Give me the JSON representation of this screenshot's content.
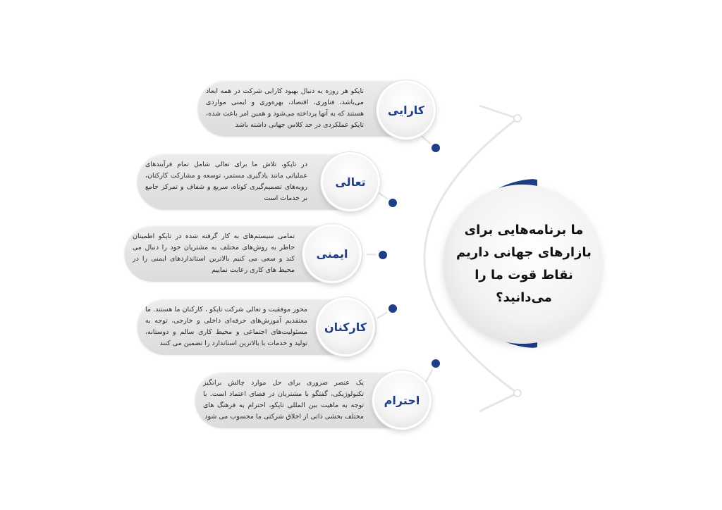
{
  "hub": {
    "title": "ما برنامه‌هایی برای بازارهای جهانی داریم نقاط قوت ما را می‌دانید؟"
  },
  "items": [
    {
      "label": "کارایی",
      "text": "تاپکو هر روزه به دنبال بهبود کارایی شرکت در همه ابعاد می‌باشد، فناوری، اقتصاد، بهره‌وری و ایمنی مواردی هستند که به آنها پرداخته می‌شود و همین امر باعث شده، تاپکو عملکردی در حد کلاس جهانی داشته باشد"
    },
    {
      "label": "تعالی",
      "text": "در تاپکو، تلاش ما برای تعالی شامل تمام فرآیندهای عملیاتی مانند یادگیری مستمر، توسعه و مشارکت کارکنان، رویه‌های تصمیم‌گیری کوتاه، سریع و شفاف و تمرکز جامع بر خدمات است"
    },
    {
      "label": "ایمنی",
      "text": "تمامی سیستم‌های به کار گرفته شده در تاپکو اطمینان خاطر به روش‌های مختلف به مشتریان خود را دنبال می کند و سعی می کنیم بالاترین استانداردهای ایمنی را در محیط های کاری رعایت نماییم"
    },
    {
      "label": "کارکنان",
      "text": "محور موفقیت و تعالی شرکت تاپکو ، کارکنان ما هستند. ما معتقدیم آموزش‌های حرفه‌ای داخلی و خارجی، توجه به مسئولیت‌های اجتماعی و محیط کاری سالم و دوستانه، تولید و خدمات با بالاترین استاندارد را تضمین می کنند"
    },
    {
      "label": "احترام",
      "text": "یک عنصر ضروری برای حل موارد چالش برانگیز تکنولوژیکی، گفتگو با مشتریان در فضای اعتماد است. با توجه به ماهیت بین المللی تاپکو، احترام به فرهنگ های مختلف بخشی ذاتی از اخلاق شرکتی ما محسوب می شود"
    }
  ],
  "colors": {
    "accent": "#1e3f86",
    "pill": "#e3e3e3",
    "connector": "#e6e6e6"
  }
}
